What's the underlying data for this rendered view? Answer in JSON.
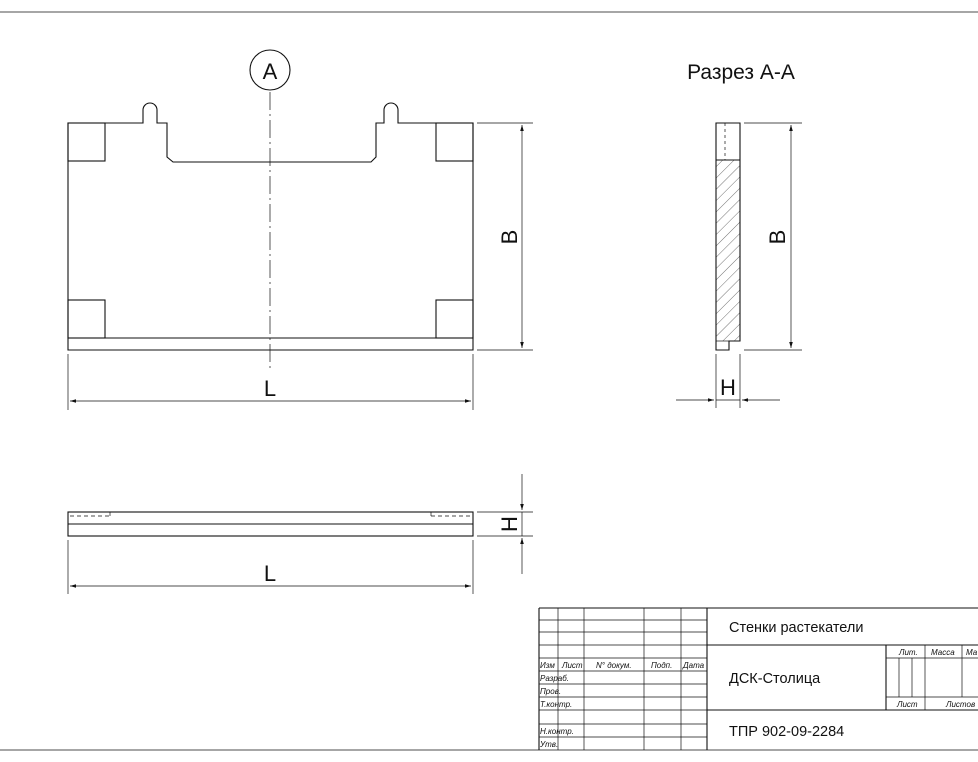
{
  "callout": "A",
  "section_title": "Разрез А-А",
  "dims": {
    "B1": "B",
    "B2": "B",
    "L1": "L",
    "L2": "L",
    "H1": "H",
    "H2": "H"
  },
  "title_block": {
    "headers": {
      "izm": "Изм",
      "list": "Лист",
      "doc": "N° докум.",
      "sign": "Подп.",
      "date": "Дата"
    },
    "roles": {
      "razrab": "Разраб.",
      "prov": "Пров.",
      "tkontr": "Т.контр.",
      "nkontr": "Н.контр.",
      "utv": "Утв."
    },
    "product_name": "Стенки растекатели",
    "organization": "ДСК-Столица",
    "document_code": "ТПР 902-09-2284",
    "side": {
      "lit": "Лит.",
      "massa": "Масса",
      "masshtab": "Ма",
      "list": "Лист",
      "listov": "Листов"
    }
  }
}
